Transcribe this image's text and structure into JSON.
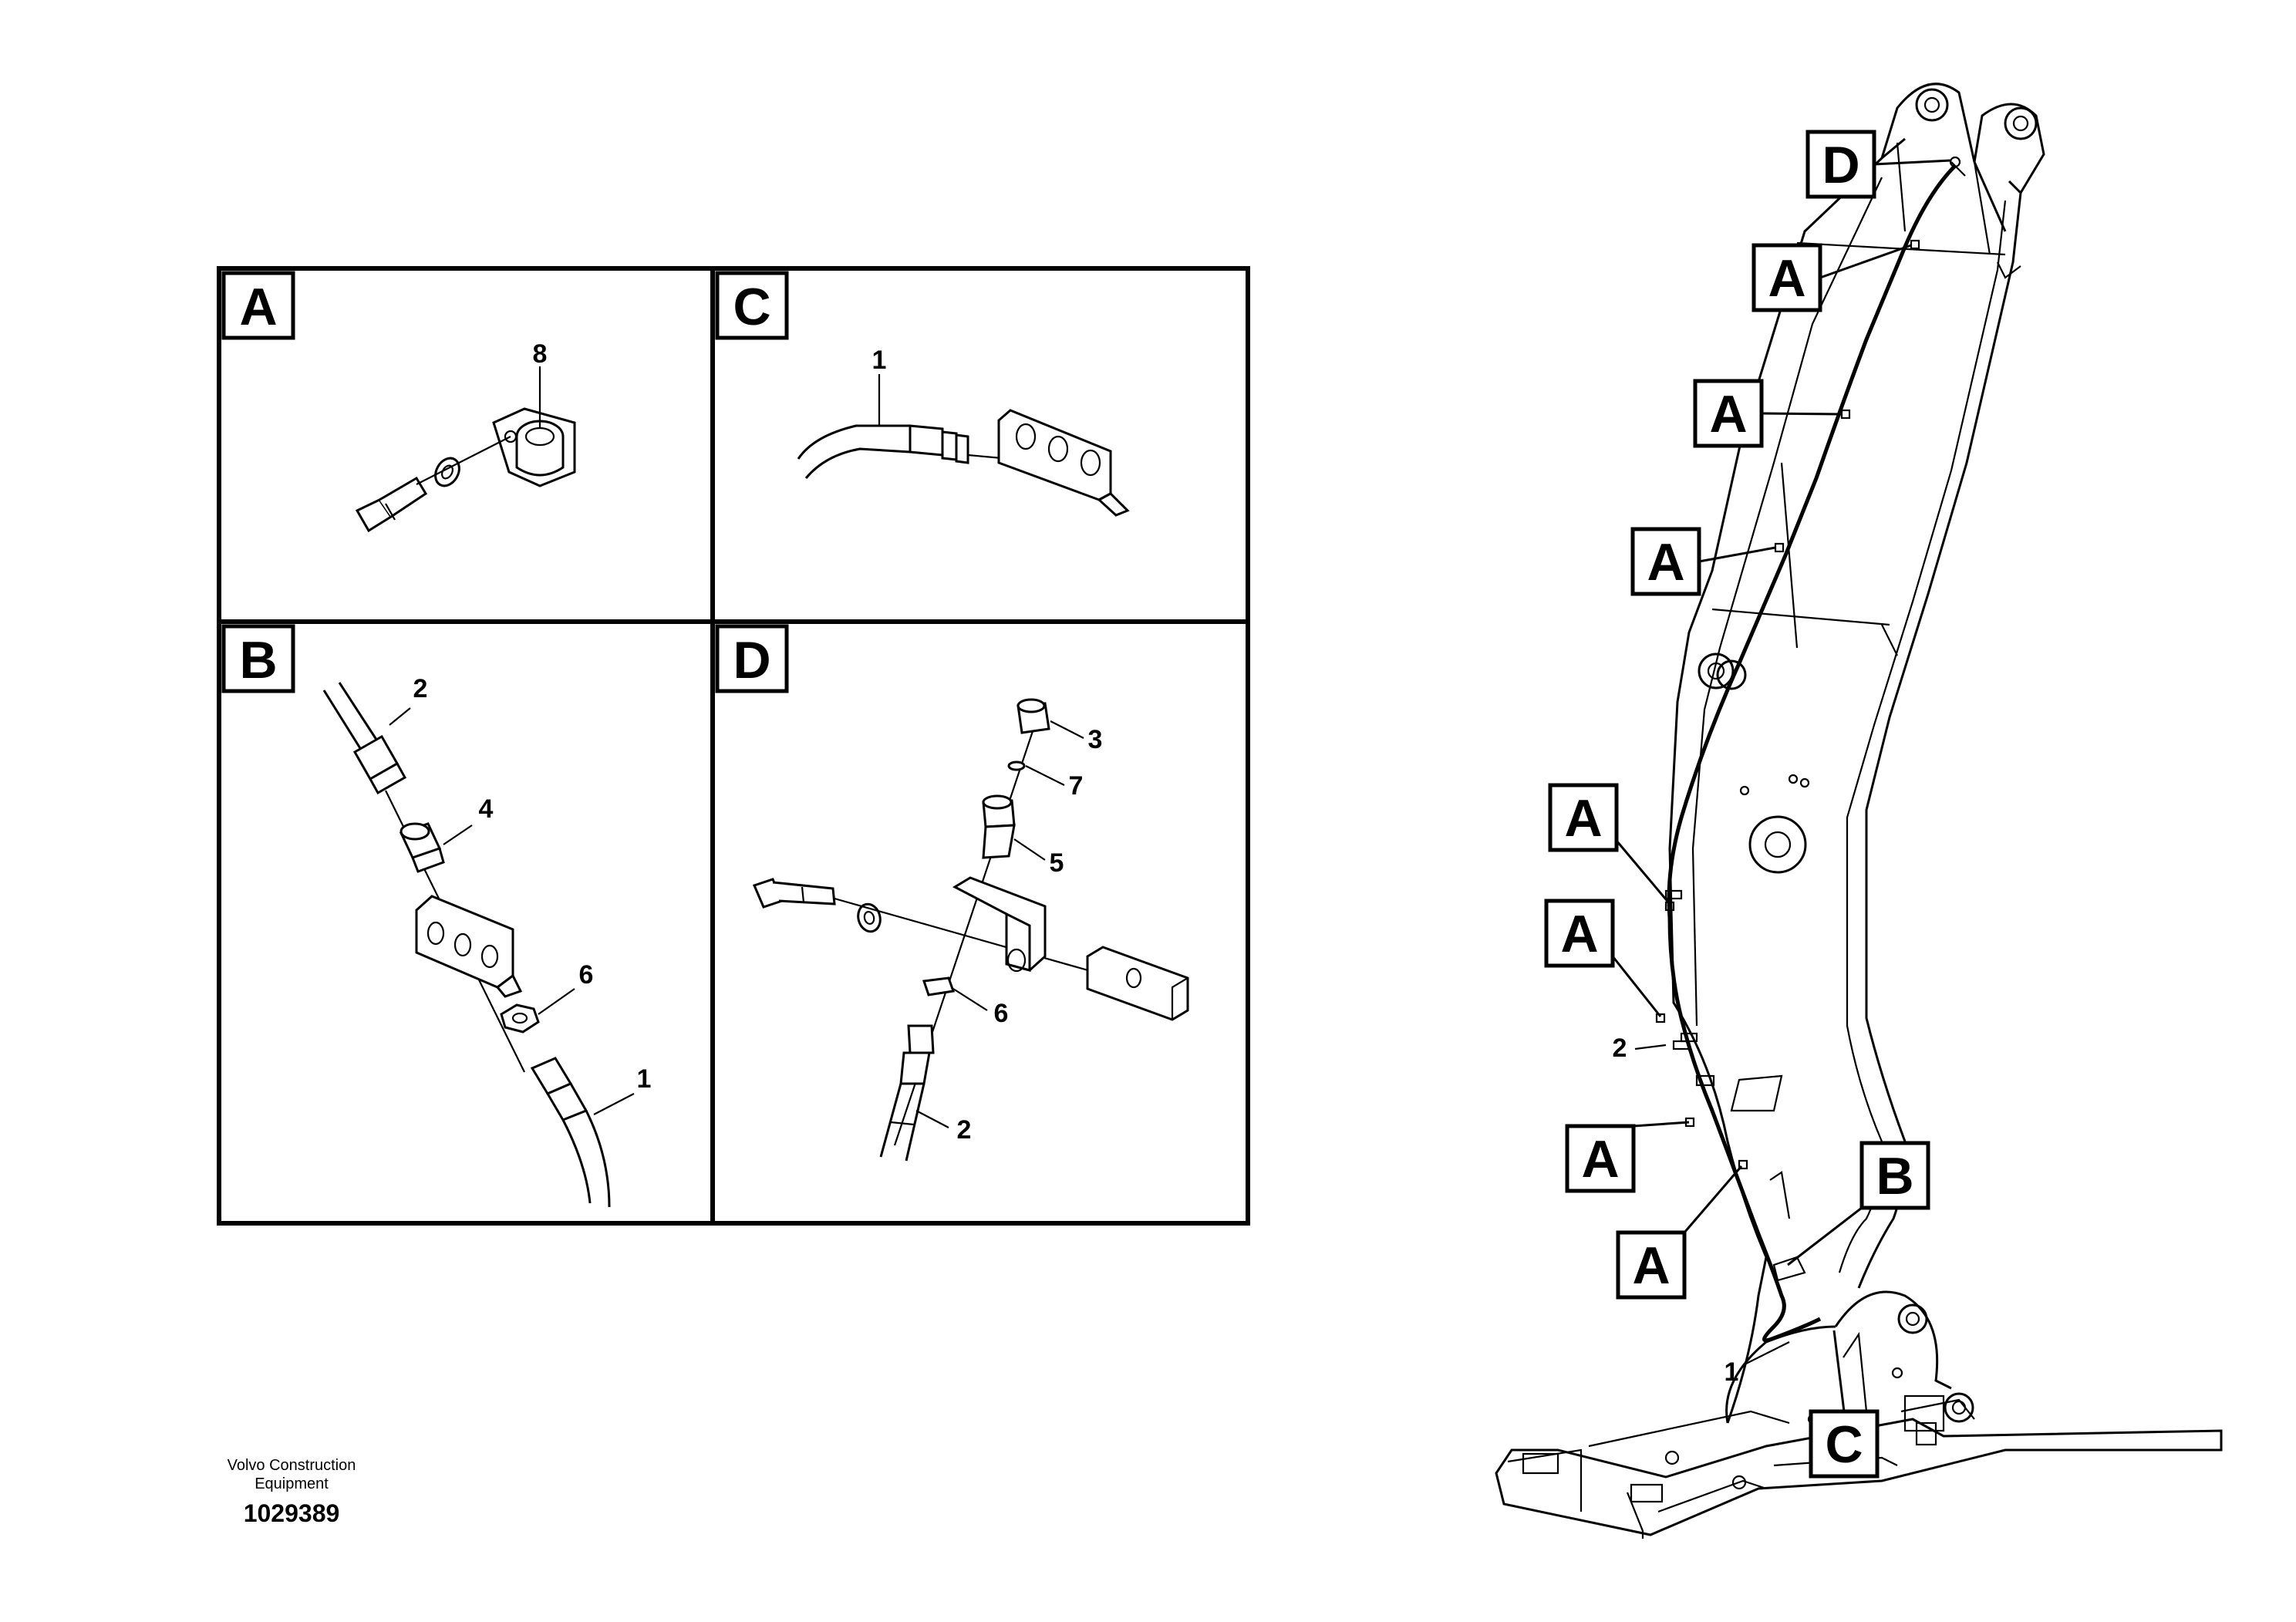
{
  "panels": [
    {
      "letter": "A",
      "callouts": [
        "8"
      ]
    },
    {
      "letter": "C",
      "callouts": [
        "1"
      ]
    },
    {
      "letter": "B",
      "callouts": [
        "2",
        "4",
        "6",
        "1"
      ]
    },
    {
      "letter": "D",
      "callouts": [
        "3",
        "7",
        "5",
        "6",
        "2"
      ]
    }
  ],
  "overview": {
    "labels": [
      "D",
      "A",
      "A",
      "A",
      "A",
      "A",
      "A",
      "A",
      "B",
      "C"
    ],
    "callouts": [
      "2",
      "1"
    ]
  },
  "footer": {
    "credit_line1": "Volvo Construction",
    "credit_line2": "Equipment",
    "document_number": "1029389"
  }
}
